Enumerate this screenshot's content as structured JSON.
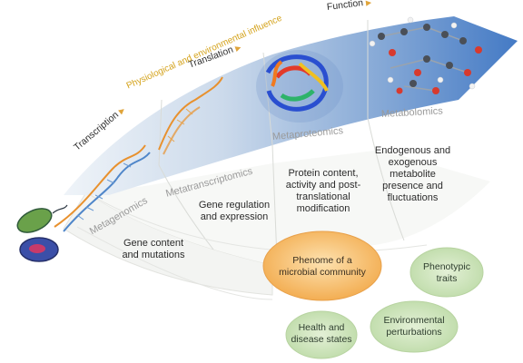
{
  "stages": {
    "transcription": "Transcription",
    "translation": "Translation",
    "function": "Function",
    "influence": "Physiological and environmental influence"
  },
  "omics": {
    "metagenomics": "Metagenomics",
    "metatranscriptomics": "Metatranscriptomics",
    "metaproteomics": "Metaproteomics",
    "metabolomics": "Metabolomics"
  },
  "descriptions": {
    "gene_content": "Gene content and mutations",
    "gene_regulation": "Gene regulation and expression",
    "protein": "Protein content, activity and post-translational modification",
    "metabolite": "Endogenous and exogenous metabolite presence and fluctuations"
  },
  "central": "Phenome of a microbial community",
  "outcomes": {
    "phenotypic": "Phenotypic traits",
    "environmental": "Environmental perturbations",
    "health": "Health and disease states"
  },
  "colors": {
    "band_start": "#e6eef6",
    "band_end": "#3f78c4",
    "central_fill": "#f3b45a",
    "outcome_fill": "#cfe5bf",
    "influence_text": "#d4a21a"
  }
}
